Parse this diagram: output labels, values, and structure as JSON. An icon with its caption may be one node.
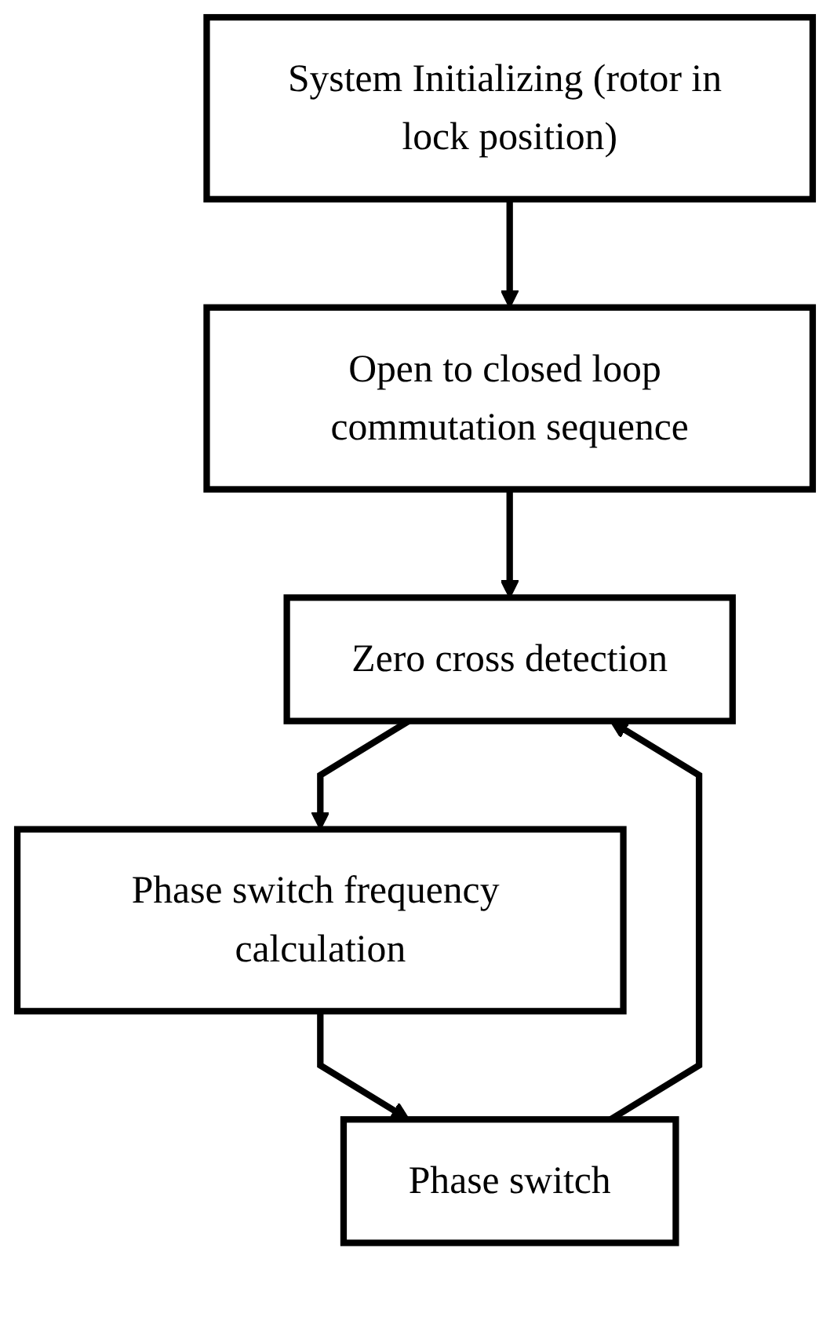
{
  "diagram": {
    "nodes": [
      {
        "text": [
          "System Initializing (rotor in lock position)"
        ]
      },
      {
        "text": [
          "Open to closed loop commutation sequence"
        ]
      },
      {
        "text": [
          "Zero cross detection"
        ]
      },
      {
        "text": [
          "Phase switch frequency calculation"
        ]
      },
      {
        "text": [
          "Phase switch"
        ]
      }
    ],
    "edges": [
      {
        "from": 0,
        "to": 1,
        "arrow": "to"
      },
      {
        "from": 1,
        "to": 2,
        "arrow": "to"
      },
      {
        "from": 2,
        "to": 3,
        "arrow": "to"
      },
      {
        "from": 3,
        "to": 4,
        "arrow": "to"
      },
      {
        "from": 4,
        "to": 2,
        "arrow": "to"
      }
    ]
  }
}
